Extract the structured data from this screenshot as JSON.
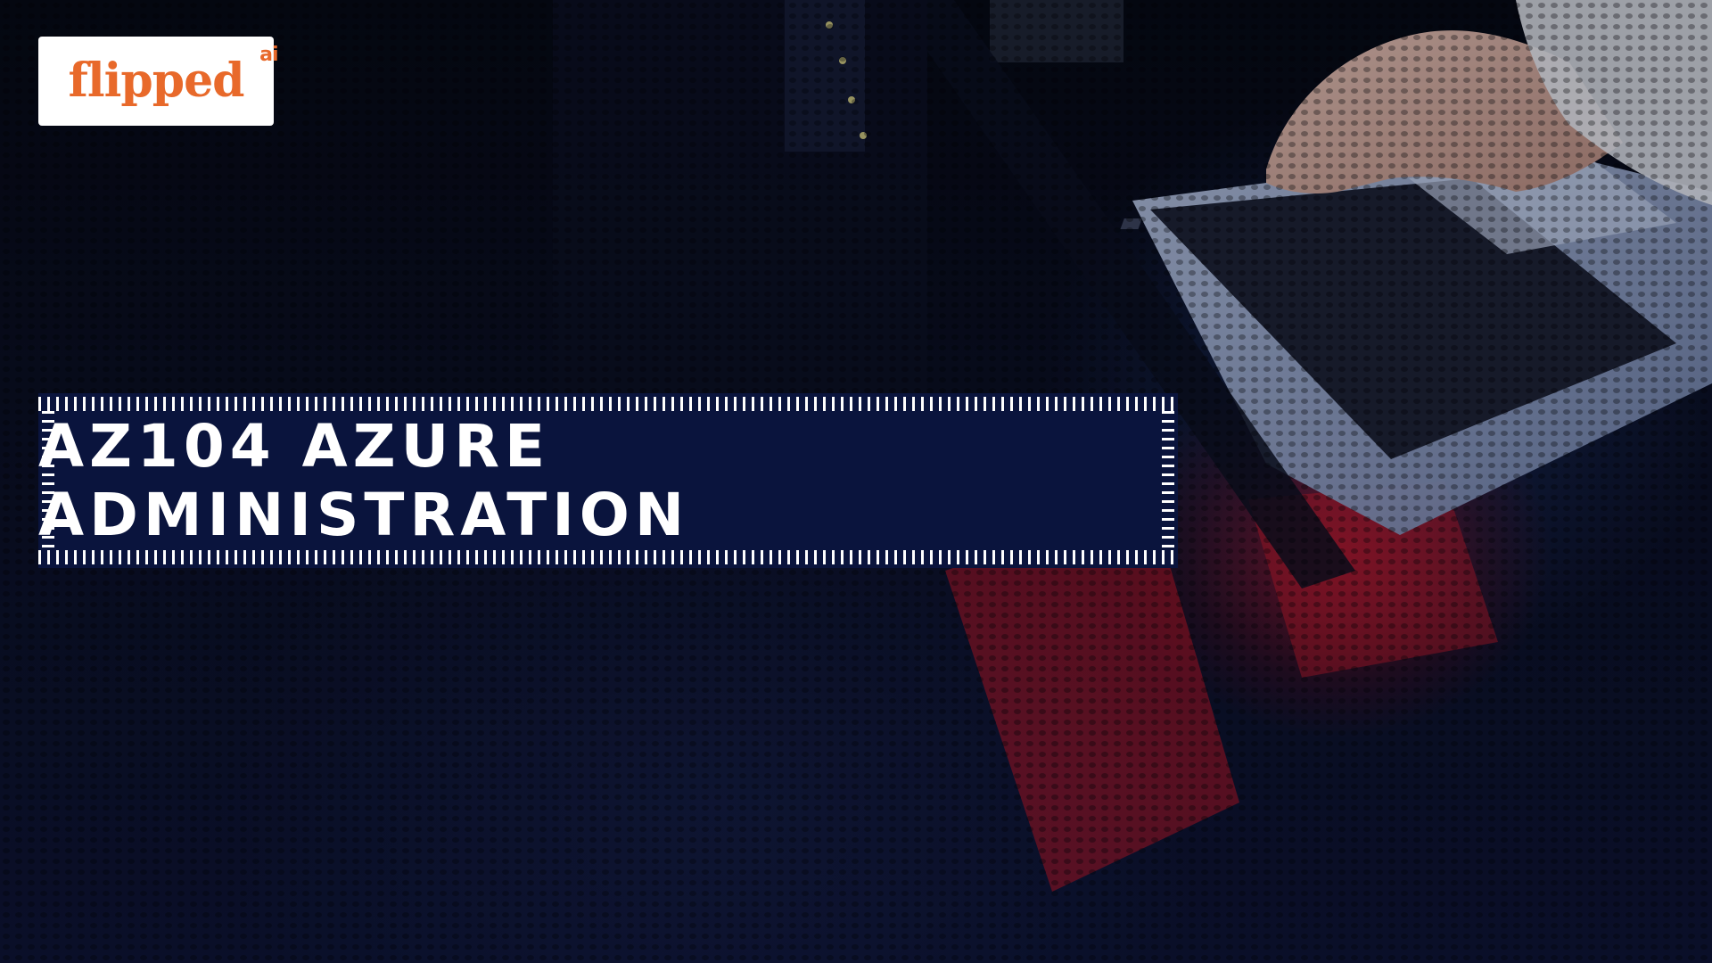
{
  "logo": {
    "part_a": "flipped",
    "part_b": "",
    "superscript": "ai",
    "colors": {
      "orange": "#e8692a",
      "blue": "#0a63b5"
    }
  },
  "title": {
    "text": "AZ104 AZURE ADMINISTRATION",
    "background": "#0a143d",
    "color": "#ffffff"
  },
  "background": {
    "description_colors": {
      "dark": "#05060d",
      "accent_red": "#e61428",
      "accent_blue": "#28468c"
    }
  }
}
